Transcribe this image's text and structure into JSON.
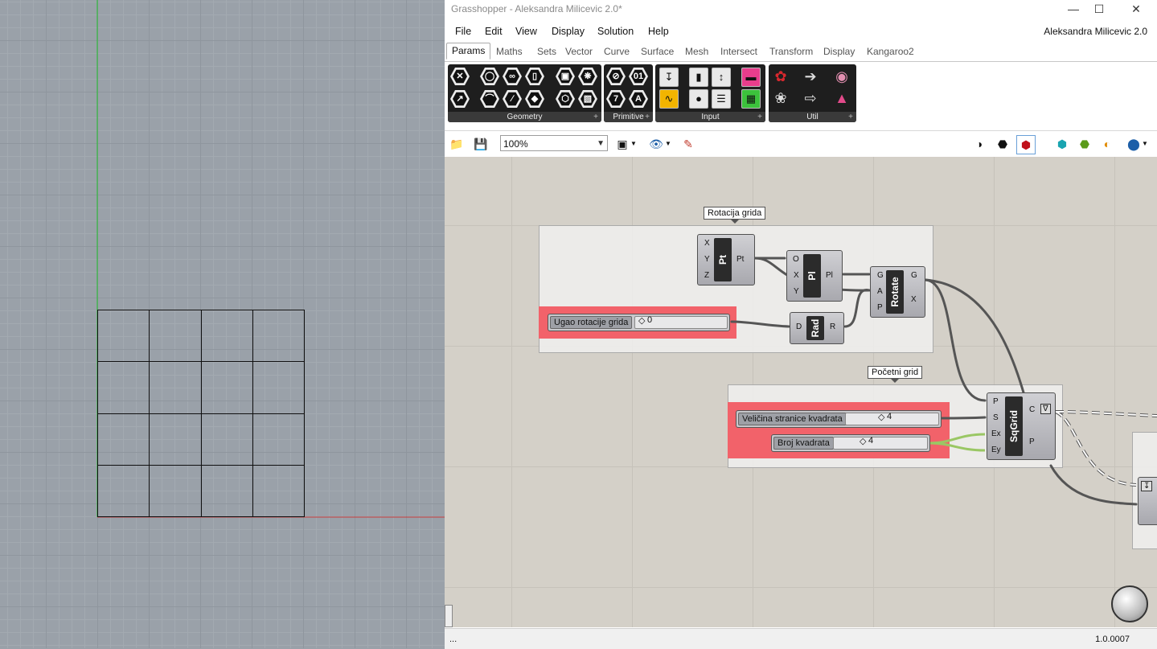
{
  "window": {
    "title": "Grasshopper - Aleksandra Milicevic 2.0*",
    "doc_name": "Aleksandra Milicevic 2.0"
  },
  "menu": [
    "File",
    "Edit",
    "View",
    "Display",
    "Solution",
    "Help"
  ],
  "tabs": [
    "Params",
    "Maths",
    "Sets",
    "Vector",
    "Curve",
    "Surface",
    "Mesh",
    "Intersect",
    "Transform",
    "Display",
    "Kangaroo2"
  ],
  "ribbon_groups": [
    "Geometry",
    "Primitive",
    "Input",
    "Util"
  ],
  "toolbar": {
    "zoom": "100%"
  },
  "groups": {
    "rotation": "Rotacija grida",
    "initial": "Početni grid"
  },
  "components": {
    "pt": {
      "name": "Pt",
      "inputs": [
        "X",
        "Y",
        "Z"
      ],
      "outputs": [
        "Pt"
      ]
    },
    "pl": {
      "name": "Pl",
      "inputs": [
        "O",
        "X",
        "Y"
      ],
      "outputs": [
        "Pl"
      ]
    },
    "rotate": {
      "name": "Rotate",
      "inputs": [
        "G",
        "A",
        "P"
      ],
      "outputs": [
        "G",
        "X"
      ]
    },
    "rad": {
      "name": "Rad",
      "inputs": [
        "D"
      ],
      "outputs": [
        "R"
      ]
    },
    "sqgrid": {
      "name": "SqGrid",
      "inputs": [
        "P",
        "S",
        "Ex",
        "Ey"
      ],
      "outputs": [
        "C",
        "P"
      ]
    }
  },
  "sliders": {
    "angle": {
      "label": "Ugao rotacije grida",
      "value": "0"
    },
    "size": {
      "label": "Veličina stranice kvadrata",
      "value": "4"
    },
    "count": {
      "label": "Broj kvadrata",
      "value": "4"
    }
  },
  "status": {
    "left": "...",
    "version": "1.0.0007"
  }
}
